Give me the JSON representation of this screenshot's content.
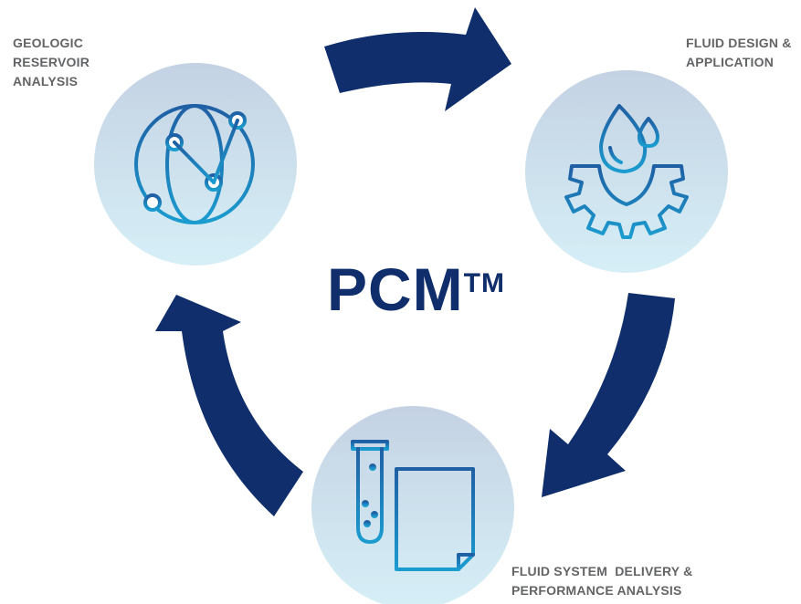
{
  "title": {
    "text": "PCM",
    "mark": "TM"
  },
  "stages": [
    {
      "lines": [
        "GEOLOGIC",
        "RESERVOIR",
        "ANALYSIS"
      ],
      "icon": "globe-network-icon"
    },
    {
      "lines": [
        "FLUID DESIGN &",
        "APPLICATION"
      ],
      "icon": "drops-gear-icon"
    },
    {
      "lines": [
        "FLUID SYSTEM  DELIVERY &",
        "PERFORMANCE ANALYSIS"
      ],
      "icon": "test-tube-report-icon"
    }
  ],
  "colors": {
    "arrow": "#0f2e6b",
    "title": "#0f2e6b",
    "icon_stroke": "#1a7bbd",
    "circle_top": "#c4d2e3",
    "circle_bottom": "#d4eef6",
    "label": "#636466"
  }
}
